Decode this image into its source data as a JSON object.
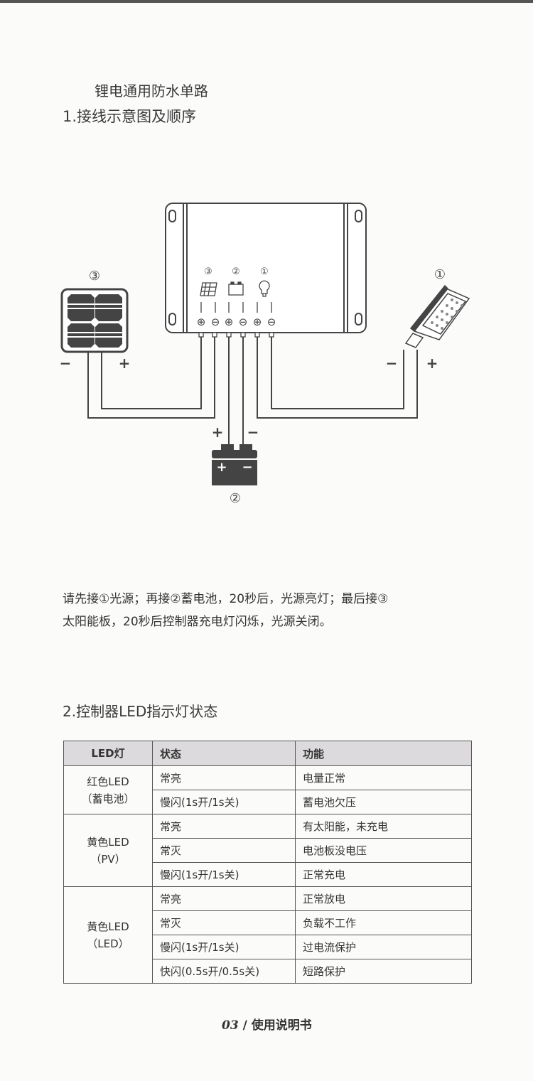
{
  "header": {
    "title": "锂电通用防水单路",
    "section1": "1.接线示意图及顺序"
  },
  "diagram": {
    "solar_panel_label": "③",
    "battery_label": "②",
    "lamp_label": "①",
    "controller_labels": [
      "③",
      "②",
      "①"
    ],
    "terminals": [
      "⊕",
      "⊖",
      "⊕",
      "⊖",
      "⊕",
      "⊖"
    ],
    "solar_minus": "−",
    "solar_plus": "+",
    "lamp_minus": "−",
    "lamp_plus": "+",
    "battery_plus": "+",
    "battery_minus": "−",
    "battery_body_plus": "+",
    "battery_body_minus": "−"
  },
  "instructions": {
    "line1": "请先接①光源；再接②蓄电池，20秒后，光源亮灯；最后接③",
    "line2": "太阳能板，20秒后控制器充电灯闪烁，光源关闭。"
  },
  "section2": "2.控制器LED指示灯状态",
  "table": {
    "headers": [
      "LED灯",
      "状态",
      "功能"
    ],
    "groups": [
      {
        "name": "红色LED",
        "sub": "（蓄电池）",
        "rows": [
          [
            "常亮",
            "电量正常"
          ],
          [
            "慢闪(1s开/1s关)",
            "蓄电池欠压"
          ]
        ]
      },
      {
        "name": "黄色LED",
        "sub": "（PV）",
        "rows": [
          [
            "常亮",
            "有太阳能，未充电"
          ],
          [
            "常灭",
            "电池板没电压"
          ],
          [
            "慢闪(1s开/1s关)",
            "正常充电"
          ]
        ]
      },
      {
        "name": "黄色LED",
        "sub": "（LED）",
        "rows": [
          [
            "常亮",
            "正常放电"
          ],
          [
            "常灭",
            "负载不工作"
          ],
          [
            "慢闪(1s开/1s关)",
            "过电流保护"
          ],
          [
            "快闪(0.5s开/0.5s关)",
            "短路保护"
          ]
        ]
      }
    ]
  },
  "footer": {
    "page": "03",
    "title": "使用说明书"
  }
}
